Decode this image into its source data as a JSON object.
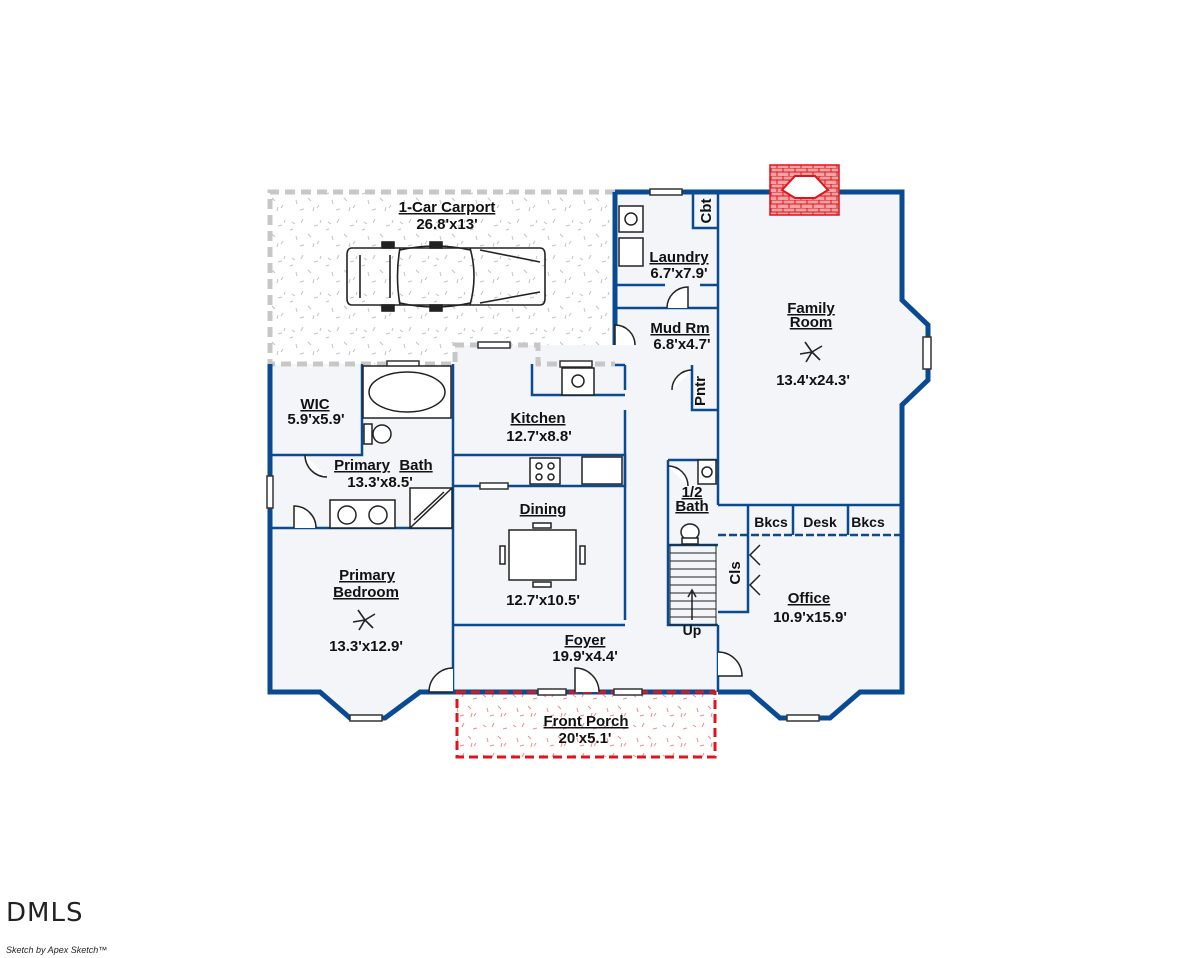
{
  "colors": {
    "wall": "#0a4a92",
    "carport_border": "#c7c7c7",
    "porch": "#e0141b",
    "fireplace": "#e0141b",
    "floor": "#f3f5f8"
  },
  "rooms": {
    "carport": {
      "name": "1-Car Carport",
      "size": "26.8'x13'"
    },
    "laundry": {
      "name": "Laundry",
      "size": "6.7'x7.9'"
    },
    "cbt": "Cbt",
    "mud": {
      "name": "Mud Rm",
      "size": "6.8'x4.7'"
    },
    "pntr": "Pntr",
    "family": {
      "name1": "Family",
      "name2": "Room",
      "size": "13.4'x24.3'"
    },
    "wic": {
      "name": "WIC",
      "size": "5.9'x5.9'"
    },
    "kitchen": {
      "name": "Kitchen",
      "size": "12.7'x8.8'"
    },
    "pbath": {
      "name1": "Primary",
      "name2": "Bath",
      "size": "13.3'x8.5'"
    },
    "halfbath": {
      "name1": "1/2",
      "name2": "Bath"
    },
    "bkcs1": "Bkcs",
    "desk": "Desk",
    "bkcs2": "Bkcs",
    "cls": "Cls",
    "dining": {
      "name": "Dining",
      "size": "12.7'x10.5'"
    },
    "pbed": {
      "name1": "Primary",
      "name2": "Bedroom",
      "size": "13.3'x12.9'"
    },
    "office": {
      "name": "Office",
      "size": "10.9'x15.9'"
    },
    "stairs": "Up",
    "foyer": {
      "name": "Foyer",
      "size": "19.9'x4.4'"
    },
    "porch": {
      "name": "Front Porch",
      "size": "20'x5.1'"
    }
  },
  "branding": {
    "logo": "DMLS",
    "credit": "Sketch by Apex Sketch™"
  }
}
